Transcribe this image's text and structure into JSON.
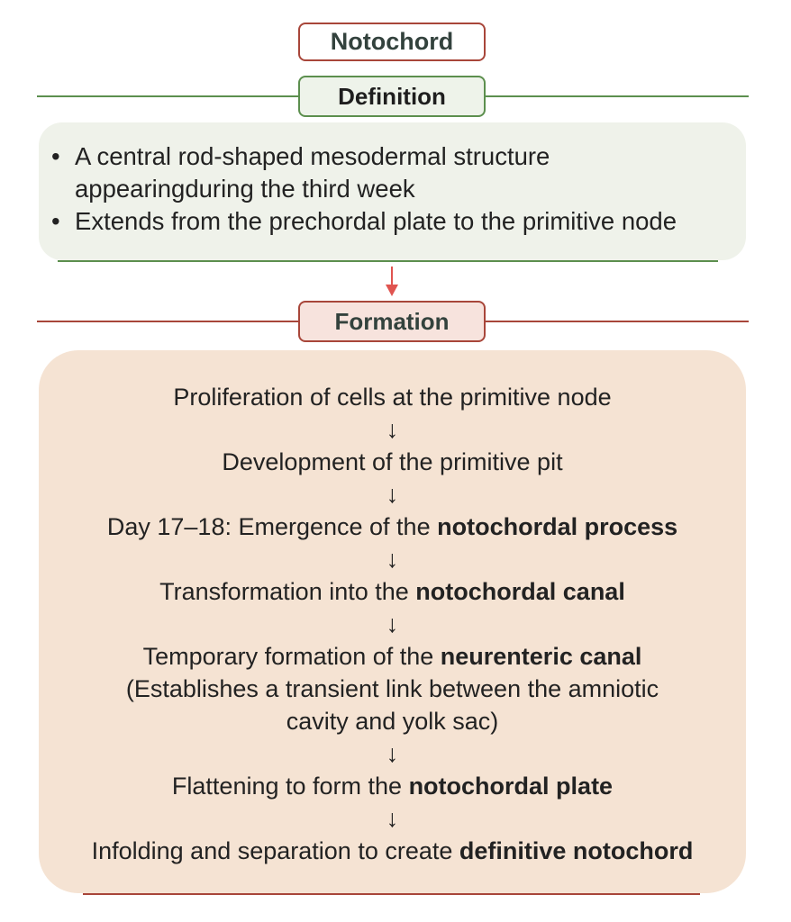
{
  "title": "Notochord",
  "definition": {
    "header": "Definition",
    "bullet_glyph": "•",
    "items": [
      {
        "lines": [
          "A central rod-shaped mesodermal structure",
          "appearingduring the third week"
        ]
      },
      {
        "lines": [
          "Extends from the prechordal plate to the primitive node"
        ]
      }
    ]
  },
  "formation": {
    "header": "Formation",
    "arrow_glyph": "↓",
    "steps": [
      {
        "text": "Proliferation of cells at the primitive node",
        "bold": ""
      },
      {
        "text": "Development of the primitive pit",
        "bold": ""
      },
      {
        "text": "Day 17–18: Emergence of the ",
        "bold": "notochordal process"
      },
      {
        "text": "Transformation into the ",
        "bold": "notochordal canal"
      },
      {
        "text": "Temporary formation of the ",
        "bold": "neurenteric canal",
        "note_lines": [
          "(Establishes a transient link between the amniotic",
          "cavity and yolk sac)"
        ]
      },
      {
        "text": "Flattening to form the ",
        "bold": "notochordal plate"
      },
      {
        "text": "Infolding and separation to create ",
        "bold": "definitive notochord"
      }
    ]
  },
  "colors": {
    "green_accent": "#5c8f4e",
    "red_accent": "#a8463a",
    "definition_bg": "#eff2ea",
    "formation_bg": "#f5e3d3",
    "arrow_red": "#e05450"
  }
}
